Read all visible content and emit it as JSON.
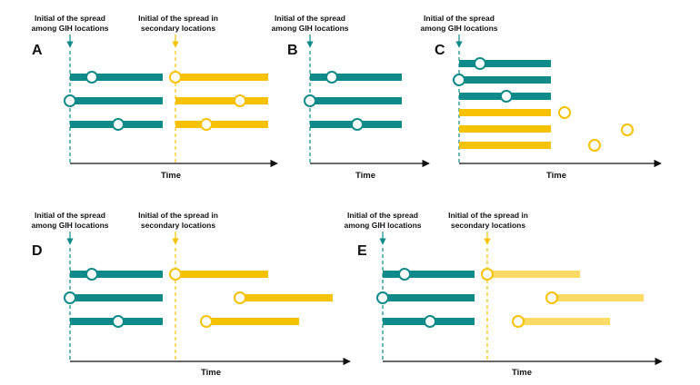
{
  "colors": {
    "teal": "#0e8a88",
    "yellow": "#f7c203",
    "light_yellow": "#fbdb66",
    "axis": "#111111",
    "marker_fill": "#ffffff"
  },
  "labels": {
    "gih_line1": "Initial of the spread",
    "gih_line2": "among GIH locations",
    "secondary_line1": "Initial of the spread in",
    "secondary_line2": "secondary locations",
    "time": "Time"
  },
  "panels": [
    {
      "letter": "A",
      "show_gih_label": true,
      "show_secondary_label": true
    },
    {
      "letter": "B",
      "show_gih_label": true,
      "show_secondary_label": false
    },
    {
      "letter": "C",
      "show_gih_label": true,
      "show_secondary_label": false
    },
    {
      "letter": "D",
      "show_gih_label": true,
      "show_secondary_label": true
    },
    {
      "letter": "E",
      "show_gih_label": true,
      "show_secondary_label": true
    }
  ]
}
